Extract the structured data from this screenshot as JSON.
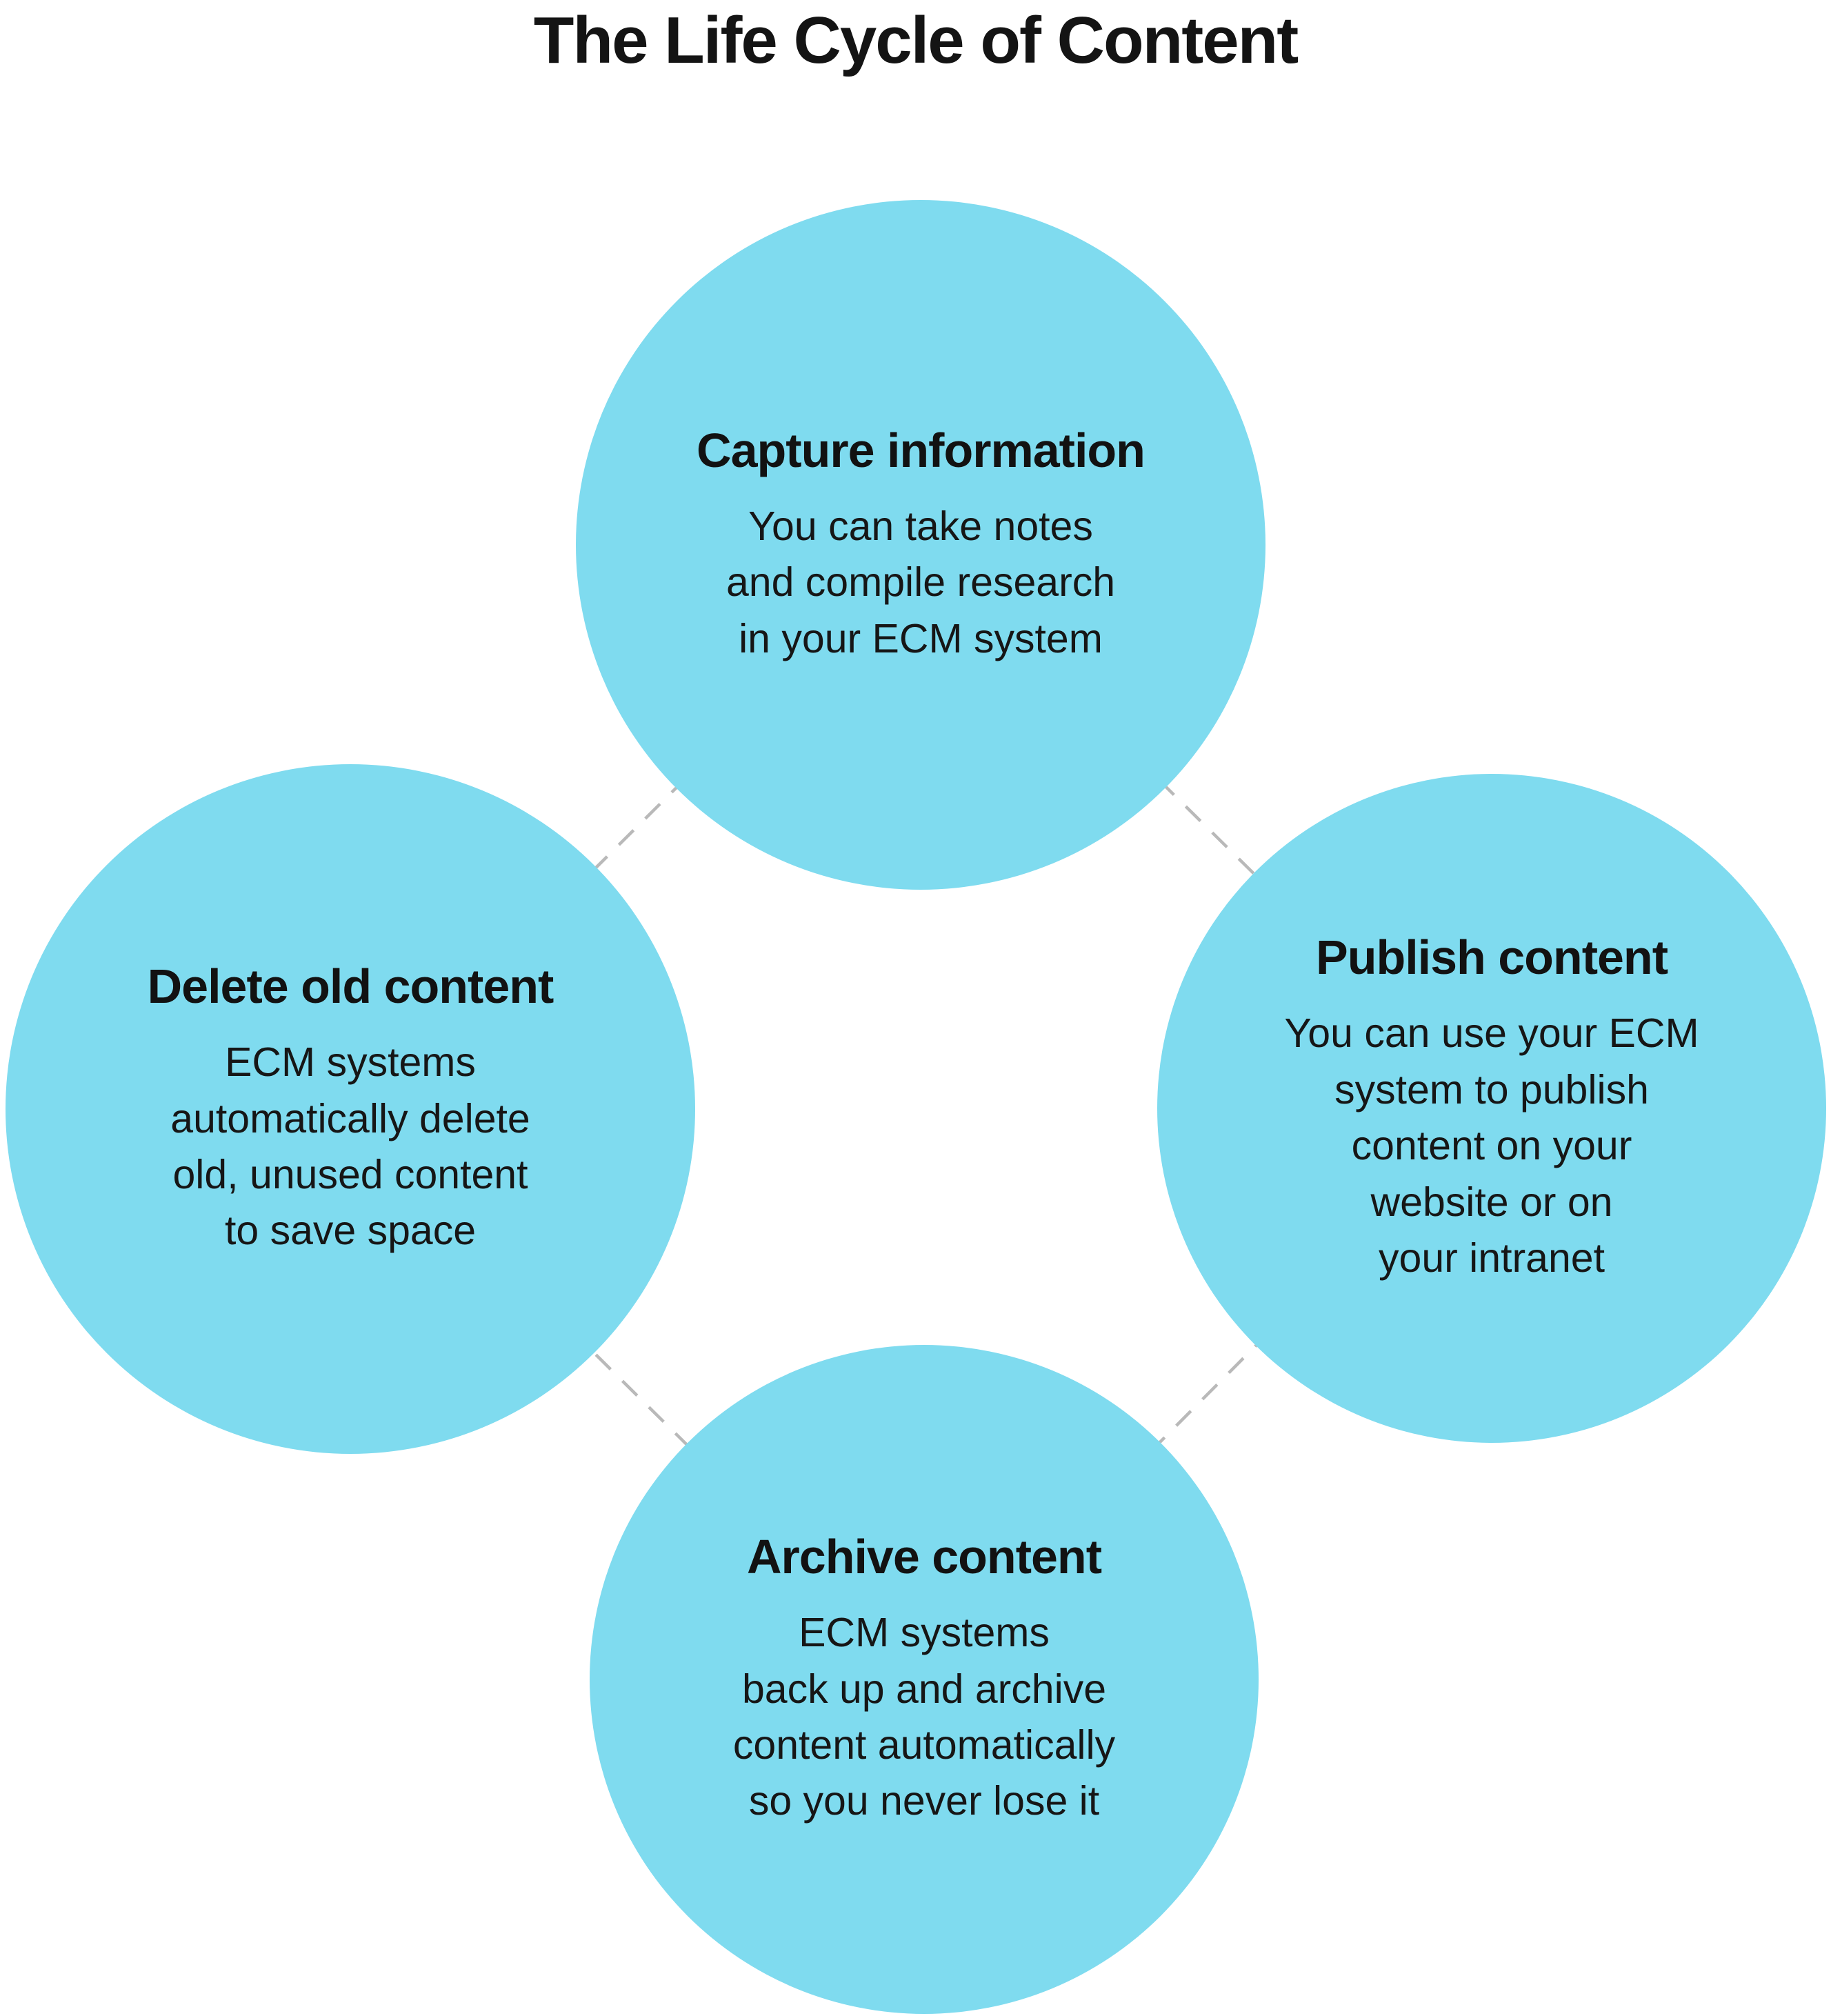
{
  "title": "The Life Cycle of Content",
  "colors": {
    "circle_fill": "#7FDBEF",
    "text": "#161616",
    "connector": "#b9b9b9"
  },
  "nodes": [
    {
      "id": "capture-information",
      "heading": "Capture information",
      "body": "You can take notes\nand compile research\nin your ECM system"
    },
    {
      "id": "publish-content",
      "heading": "Publish content",
      "body": "You can use your ECM\nsystem to publish\ncontent on your\nwebsite or on\nyour intranet"
    },
    {
      "id": "archive-content",
      "heading": "Archive content",
      "body": "ECM systems\nback up and archive\ncontent automatically\nso you never lose it"
    },
    {
      "id": "delete-old-content",
      "heading": "Delete old content",
      "body": "ECM systems\nautomatically delete\nold, unused content\nto save space"
    }
  ]
}
